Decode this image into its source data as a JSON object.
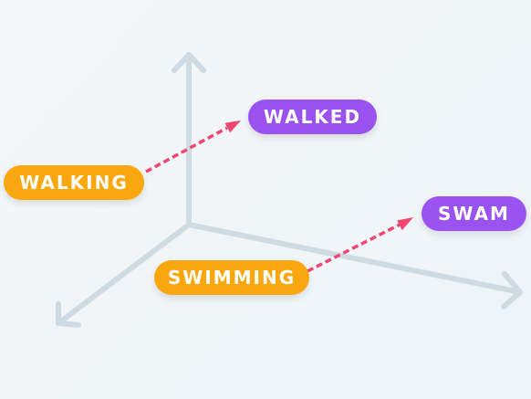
{
  "colors": {
    "axis": "#cfdbe2",
    "base_word_pill": "#f8a70f",
    "past_tense_pill": "#9a52f0",
    "offset_arrow": "#f0466f",
    "pill_text": "#ffffff"
  },
  "words": {
    "walking": "WALKING",
    "walked": "WALKED",
    "swimming": "SWIMMING",
    "swam": "SWAM"
  },
  "icons": {
    "axis_arrowheads": "chevron-arrow-icon",
    "offset_arrowheads": "triangle-arrow-icon"
  }
}
